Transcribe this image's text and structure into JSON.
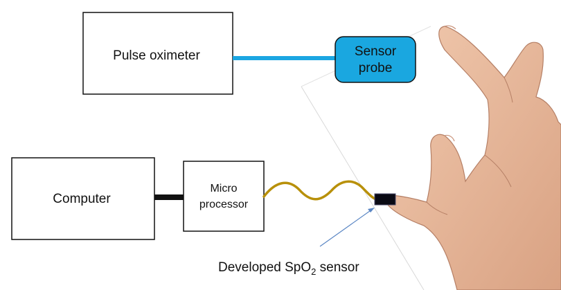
{
  "blocks": {
    "pulse_oximeter": "Pulse oximeter",
    "sensor_probe_line1": "Sensor",
    "sensor_probe_line2": "probe",
    "computer": "Computer",
    "microprocessor_line1": "Micro",
    "microprocessor_line2": "processor"
  },
  "annotation": {
    "prefix": "Developed SpO",
    "subscript": "2",
    "suffix": " sensor"
  },
  "colors": {
    "probe_fill": "#1aa7e0",
    "probe_cable": "#1ba6e2",
    "wire": "#b8900a",
    "usb_cable": "#111111",
    "sensor": "#0a0a14",
    "arrow": "#5a86c4",
    "skin": "#e8b89c"
  },
  "icons": {
    "hand": "hand-pinch-icon"
  }
}
